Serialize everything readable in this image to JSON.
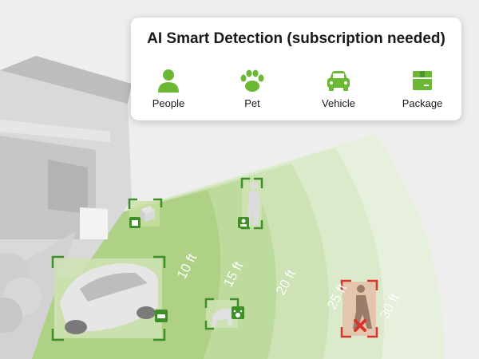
{
  "header": {
    "title": "AI Smart Detection (subscription needed)"
  },
  "features": [
    {
      "label": "People",
      "icon": "person-icon"
    },
    {
      "label": "Pet",
      "icon": "paw-icon"
    },
    {
      "label": "Vehicle",
      "icon": "car-icon"
    },
    {
      "label": "Package",
      "icon": "package-icon"
    }
  ],
  "distances": [
    "10 ft",
    "15 ft",
    "20 ft",
    "25 ft",
    "30 ft"
  ],
  "colors": {
    "accent": "#6ab833",
    "zone_dark": "#a6cf74",
    "zone_light": "#dcebc8",
    "marker_green": "#3f8f28",
    "marker_red": "#d9342b"
  }
}
